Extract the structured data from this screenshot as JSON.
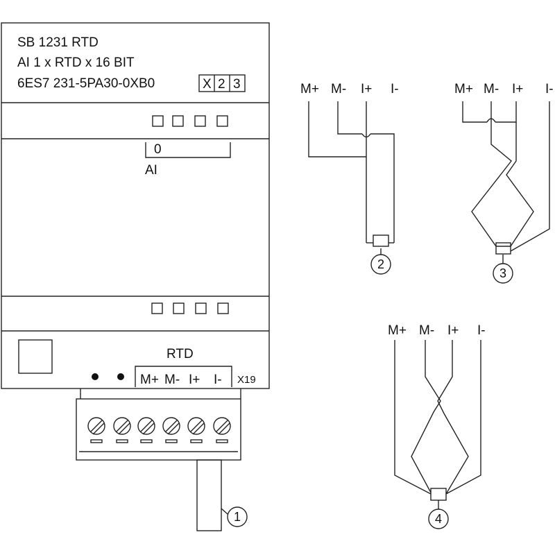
{
  "module": {
    "title": "SB 1231 RTD",
    "description": "AI 1 x RTD x 16 BIT",
    "order_number": "6ES7 231-5PA30-0XB0",
    "connector_id": [
      "X",
      "2",
      "3"
    ],
    "channel": "0",
    "channel_group": "AI",
    "terminal_header": "RTD",
    "terminals": [
      "M+",
      "M-",
      "I+",
      "I-"
    ],
    "connector_label": "X19"
  },
  "callouts": [
    "1",
    "2",
    "3",
    "4"
  ],
  "wiring": {
    "two_wire": {
      "labels": [
        "M+",
        "M-",
        "I+",
        "I-"
      ],
      "callout": "2"
    },
    "three_wire": {
      "labels": [
        "M+",
        "M-",
        "I+",
        "I-"
      ],
      "callout": "3"
    },
    "four_wire": {
      "labels": [
        "M+",
        "M-",
        "I+",
        "I-"
      ],
      "callout": "4"
    }
  }
}
